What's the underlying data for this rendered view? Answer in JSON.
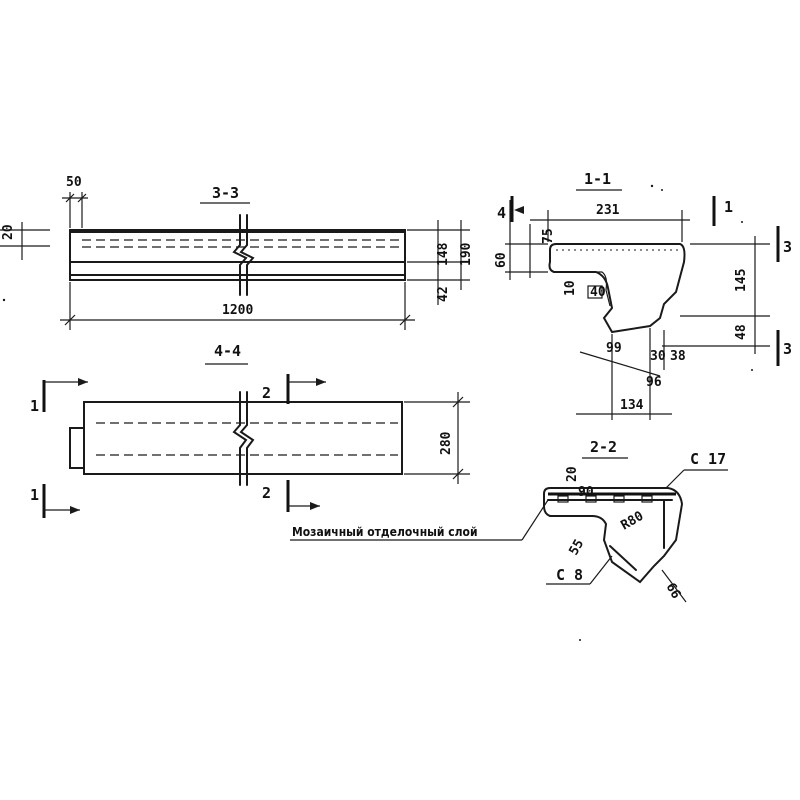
{
  "sections": {
    "s33": "3-3",
    "s44": "4-4",
    "s11": "1-1",
    "s22": "2-2"
  },
  "markers": {
    "m1": "1",
    "m2": "2",
    "m3": "3",
    "m4": "4"
  },
  "dims": {
    "d50": "50",
    "d1200": "1200",
    "d148": "148",
    "d190": "190",
    "d42": "42",
    "d280": "280",
    "d20": "20",
    "d231": "231",
    "d75": "75",
    "d60": "60",
    "d10": "10",
    "d40": "40",
    "d145": "145",
    "d48": "48",
    "d99": "99",
    "d30": "30",
    "d38": "38",
    "d96": "96",
    "d134": "134",
    "d20b": "20",
    "d90": "90",
    "dR80": "R80",
    "d55": "55",
    "d66": "66"
  },
  "labels": {
    "rebar_c17": "C 17",
    "rebar_c8": "C 8",
    "finish_layer": "Мозаичный отделочный слой"
  }
}
